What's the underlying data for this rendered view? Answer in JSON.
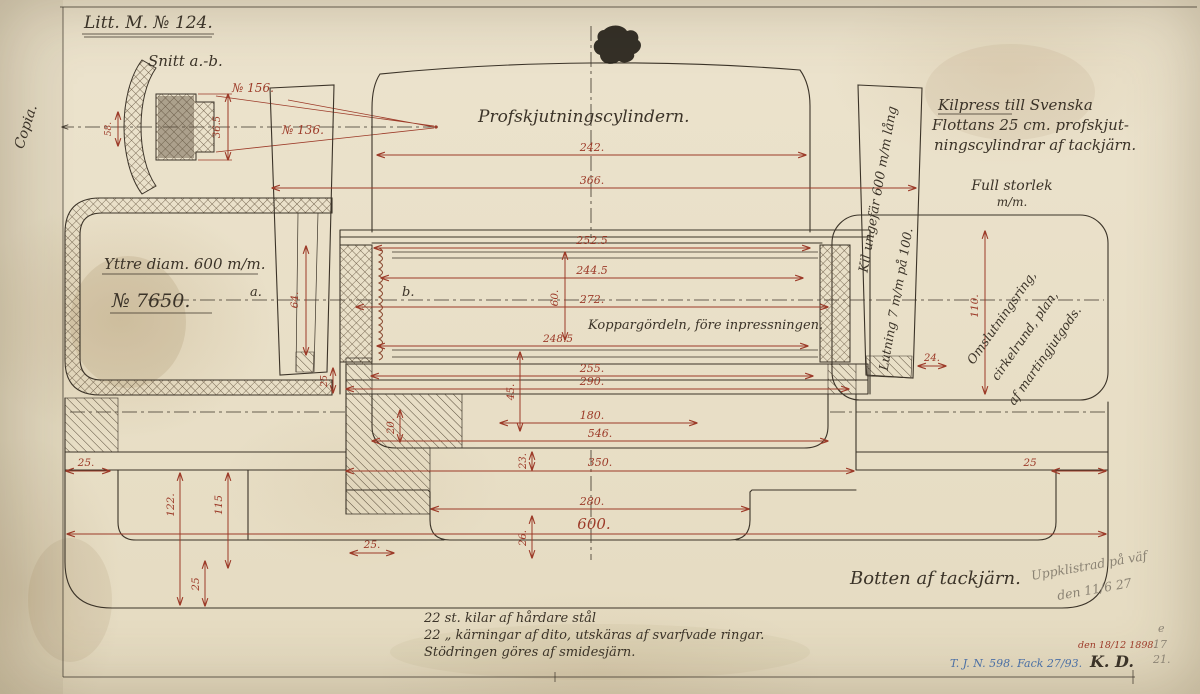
{
  "colors": {
    "paper": "#eae1cb",
    "black_ink": "#3b3328",
    "red_ink": "#9c3a28",
    "blue_ink": "#4a6fa5",
    "pencil": "#8b8374"
  },
  "header": {
    "litt": "Litt. M. № 124.",
    "copia": "Copia."
  },
  "section": {
    "title": "Snitt a.-b.",
    "no156": "№ 156.",
    "no136": "№ 136."
  },
  "titles": {
    "cylinder": "Profskjutningscylindern.",
    "kilpress_l1": "Kilpress till Svenska",
    "kilpress_l2": "Flottans 25 cm. profskjut-",
    "kilpress_l3": "ningscylindrar af tackjärn.",
    "scale": "Full storlek",
    "scale_unit": "m/m.",
    "outer_diam": "Yttre diam. 600 m/m.",
    "no7650": "№ 7650.",
    "copper_band": "Koppargördeln, före inpressningen.",
    "wedge_note": "Kil ungefär 600 m/m lång",
    "taper_note": "Lutning 7 m/m på 100.",
    "ring_l1": "Omslutningsring,",
    "ring_l2": "cirkelrund, plan,",
    "ring_l3": "af martingjutgods.",
    "bottom": "Botten af tackjärn.",
    "label_a": "a.",
    "label_b": "b."
  },
  "notes": {
    "l1": "22 st. kilar af hårdare stål",
    "l2": "22 „ kärningar af dito, utskäras af svarfvade ringar.",
    "l3": "Stödringen göres af smidesjärn."
  },
  "annotations": {
    "pencil_l1": "Uppklistrad på väf",
    "pencil_l2": "den 11/6 27",
    "date": "den 18/12 1898.",
    "monogram": "K. D.",
    "blue_stamp": "T. J. N. 598. Fack 27/93.",
    "pencil_e": "e",
    "pencil_17": "17",
    "pencil_21": "21."
  },
  "dims": {
    "d242": "242.",
    "d366": "366.",
    "d252_5": "252.5",
    "d244_5": "244.5",
    "d272": "272.",
    "d248_5": "248.5",
    "d60": "60.",
    "d255": "255.",
    "d290": "290.",
    "d45": "45.",
    "d25_band": "25",
    "d20": "20.",
    "d180": "180.",
    "d546": "546.",
    "d350": "350.",
    "d23": "23.",
    "d280": "280.",
    "d600": "600.",
    "d26": "26.",
    "d64": "64.",
    "d110": "110.",
    "d24": "24.",
    "d25_left": "25.",
    "d25_right": "25",
    "d122": "122.",
    "d115": "115",
    "d25_bl": "25",
    "d25_mid": "25.",
    "d36_5": "36.5",
    "d58": "58."
  }
}
